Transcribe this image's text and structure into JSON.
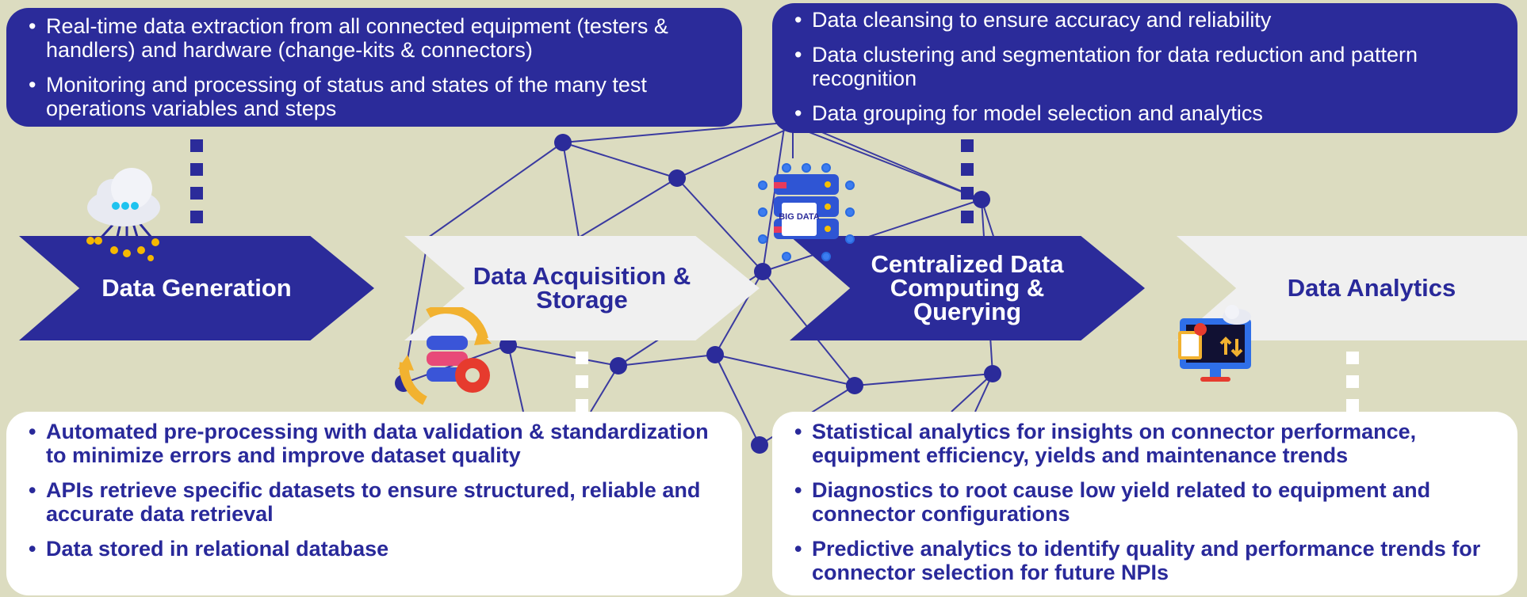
{
  "stages": [
    {
      "label": "Data Generation"
    },
    {
      "label": "Data Acquisition & Storage"
    },
    {
      "label": "Centralized Data Computing & Querying"
    },
    {
      "label": "Data Analytics"
    }
  ],
  "top_left_box": {
    "items": [
      "Real-time data extraction from all connected equipment (testers & handlers) and hardware (change-kits & connectors)",
      "Monitoring and processing of status and states of  the many test operations variables and steps"
    ]
  },
  "top_right_box": {
    "items": [
      "Data cleansing to ensure accuracy and reliability",
      "Data clustering and segmentation for data reduction and pattern recognition",
      "Data grouping for model selection and analytics"
    ]
  },
  "bottom_left_box": {
    "items": [
      "Automated pre-processing with data validation & standardization to minimize errors and improve dataset quality",
      "APIs retrieve specific datasets to ensure structured, reliable and accurate data retrieval",
      "Data stored in relational database"
    ]
  },
  "bottom_right_box": {
    "items": [
      "Statistical analytics for insights on connector performance, equipment efficiency, yields and maintenance trends",
      "Diagnostics to root cause low yield related to equipment and connector configurations",
      "Predictive analytics to identify quality and performance trends for connector selection for future NPIs"
    ]
  },
  "icons": {
    "big_data_label": "BIG DATA"
  },
  "colors": {
    "background": "#dcdcc0",
    "navy": "#2b2b9a",
    "light_chevron": "#f0f0f0",
    "network": "#3a3aa0"
  }
}
